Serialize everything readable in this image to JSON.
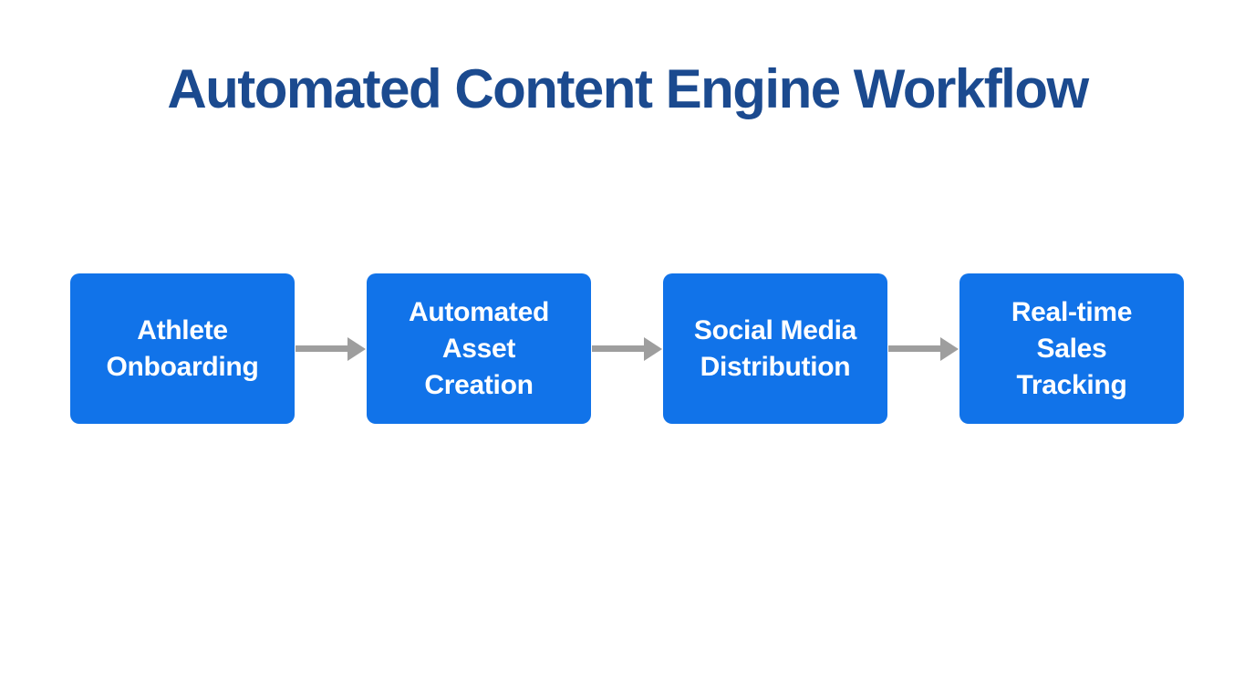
{
  "title": "Automated Content Engine Workflow",
  "colors": {
    "background": "#ffffff",
    "title_text": "#1b4a8f",
    "box_fill": "#1173e9",
    "box_text": "#ffffff",
    "arrow": "#9e9e9e"
  },
  "flow": {
    "direction": "left-to-right",
    "steps": [
      {
        "label": "Athlete\nOnboarding"
      },
      {
        "label": "Automated\nAsset\nCreation"
      },
      {
        "label": "Social Media\nDistribution"
      },
      {
        "label": "Real-time\nSales\nTracking"
      }
    ]
  }
}
